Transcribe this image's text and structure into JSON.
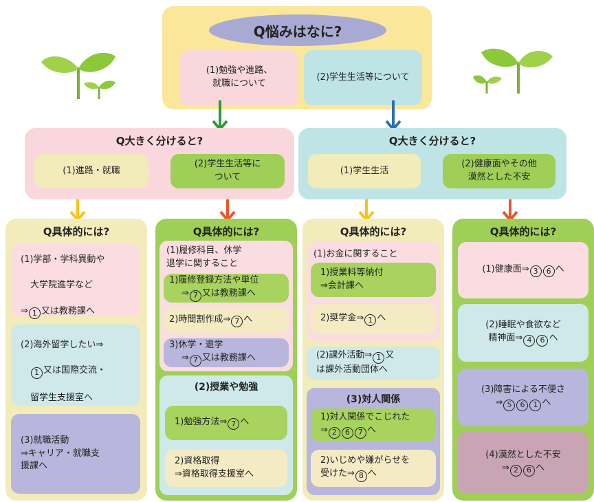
{
  "colors": {
    "yellow": "#fbe79a",
    "pink": "#f9d7dc",
    "cyan": "#bfe4e6",
    "green": "#9fcf56",
    "lavender": "#a9aad4",
    "beige": "#f2ebba",
    "mauve": "#c9a5b3",
    "arrow_green": "#2e9a3a",
    "arrow_blue": "#2c6fb7",
    "arrow_yellow": "#f5c518",
    "arrow_red": "#e6572b"
  },
  "top": {
    "question": "Q悩みはなに?",
    "opt1": "(1)勉強や進路、\n就職について",
    "opt2": "(2)学生生活等について"
  },
  "left_mid": {
    "title": "Q大きく分けると?",
    "opt1": "(1)進路・就職",
    "opt2": "(2)学生生活等に\nついて"
  },
  "right_mid": {
    "title": "Q大きく分けると?",
    "opt1": "(1)学生生活",
    "opt2": "(2)健康面やその他\n漠然とした不安"
  },
  "col1": {
    "title": "Q具体的には?",
    "item1": [
      "(1)学部・学科異動や",
      "大学院進学など",
      "⇒",
      "1",
      "又は教務課へ"
    ],
    "item2": [
      "(2)海外留学したい⇒",
      "1",
      "又は国際交流・",
      "留学生支援室へ"
    ],
    "item3": "(3)就職活動\n⇒キャリア・就職支\n援課へ"
  },
  "col2": {
    "title": "Q具体的には?",
    "sec1_title": "(1)履修科目、休学\n退学に関すること",
    "s1": [
      "1)履修登録方法や単位",
      "⇒",
      "7",
      "又は教務課へ"
    ],
    "s2": [
      "2)時間割作成⇒",
      "7",
      "へ"
    ],
    "s3": [
      "3)休学・退学",
      "⇒",
      "7",
      "又は教務課へ"
    ],
    "sec2_title": "(2)授業や勉強",
    "t1": [
      "1)勉強方法⇒",
      "7",
      "へ"
    ],
    "t2": "2)資格取得\n⇒資格取得支援室へ"
  },
  "col3": {
    "title": "Q具体的には?",
    "sec1_title": "(1)お金に関すること",
    "s1": "1)授業料等納付\n⇒会計課へ",
    "s2": [
      "2)奨学金⇒",
      "1",
      "へ"
    ],
    "item2": [
      "(2)課外活動⇒",
      "1",
      "又",
      "は課外活動団体へ"
    ],
    "sec3_title": "(3)対人関係",
    "u1": [
      "1)対人関係でこじれた",
      "⇒",
      "2",
      "6",
      "7",
      "へ"
    ],
    "u2": [
      "2)いじめや嫌がらせを",
      "受けた⇒",
      "8",
      "へ"
    ]
  },
  "col4": {
    "title": "Q具体的には?",
    "i1": [
      "(1)健康面⇒",
      "3",
      "6",
      "へ"
    ],
    "i2": [
      "(2)睡眠や食欲など",
      "精神面⇒",
      "4",
      "6",
      "へ"
    ],
    "i3": [
      "(3)障害による不便さ",
      "⇒",
      "5",
      "6",
      "1",
      "へ"
    ],
    "i4": [
      "(4)漠然とした不安",
      "⇒",
      "2",
      "6",
      "へ"
    ]
  }
}
